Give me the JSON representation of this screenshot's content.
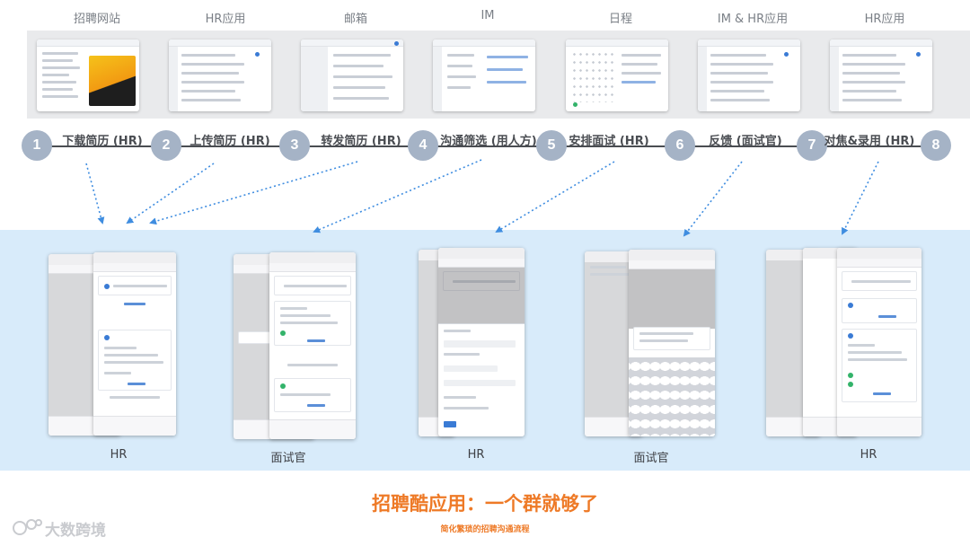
{
  "stages": [
    {
      "system": "招聘网站",
      "number": "1",
      "step": "下载简历 (HR)"
    },
    {
      "system": "HR应用",
      "number": "2",
      "step": "上传简历 (HR)"
    },
    {
      "system": "邮箱",
      "number": "3",
      "step": "转发简历 (HR)"
    },
    {
      "system": "IM",
      "number": "4",
      "step": "沟通筛选 (用人方)"
    },
    {
      "system": "日程",
      "number": "5",
      "step": "安排面试 (HR)"
    },
    {
      "system": "IM & HR应用",
      "number": "6",
      "step": "反馈 (面试官)"
    },
    {
      "system": "HR应用",
      "number": "7",
      "step": "对焦&录用 (HR)"
    },
    {
      "system": "",
      "number": "8",
      "step": ""
    }
  ],
  "roles": [
    "HR",
    "面试官",
    "HR",
    "面试官",
    "HR"
  ],
  "title": "招聘酷应用：一个群就够了",
  "subtitle": "简化繁琐的招聘沟通流程",
  "watermark": "大数跨境",
  "colors": {
    "accent": "#ee7a27",
    "step_circle": "#a5b3c6",
    "phone_band": "#d8ebfa",
    "arrow": "#3f8de0"
  }
}
